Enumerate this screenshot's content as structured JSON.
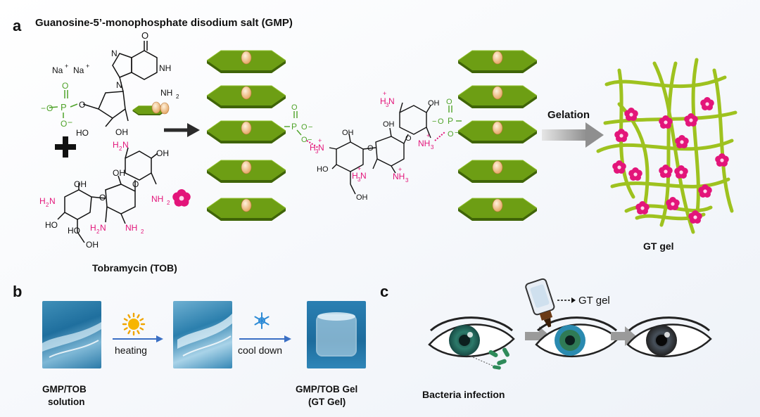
{
  "panel_a": {
    "letter": "a",
    "title": "Guanosine-5’-monophosphate disodium salt (GMP)",
    "na1": "Na",
    "na2": "Na",
    "tob_label": "Tobramycin (TOB)",
    "gelation": "Gelation",
    "gt_gel": "GT gel",
    "atoms": {
      "O": "O",
      "OH": "OH",
      "HO": "HO",
      "NH2": "NH",
      "H2N": "H",
      "N": "N",
      "NH": "NH",
      "P": "P",
      "plus": "+",
      "minus": "−",
      "sub2": "2",
      "sub3": "3"
    }
  },
  "panel_b": {
    "letter": "b",
    "heating": "heating",
    "cool_down": "cool down",
    "caption_solution_1": "GMP/TOB",
    "caption_solution_2": "solution",
    "caption_gel_1": "GMP/TOB Gel",
    "caption_gel_2": "(GT Gel)"
  },
  "panel_c": {
    "letter": "c",
    "gt_gel": "GT gel",
    "caption": "Bacteria infection"
  },
  "colors": {
    "gmp_green": "#4fa32a",
    "tob_magenta": "#e3157a",
    "sheet_green": "#5b8a0f",
    "fiber_green": "#9ec21f",
    "arrow_gray": "#9a9a9a",
    "blue_arrow": "#3a6fc4"
  },
  "icons": [
    "sun-icon",
    "snowflake-icon",
    "flower-icon",
    "eye-icon",
    "bottle-icon"
  ]
}
